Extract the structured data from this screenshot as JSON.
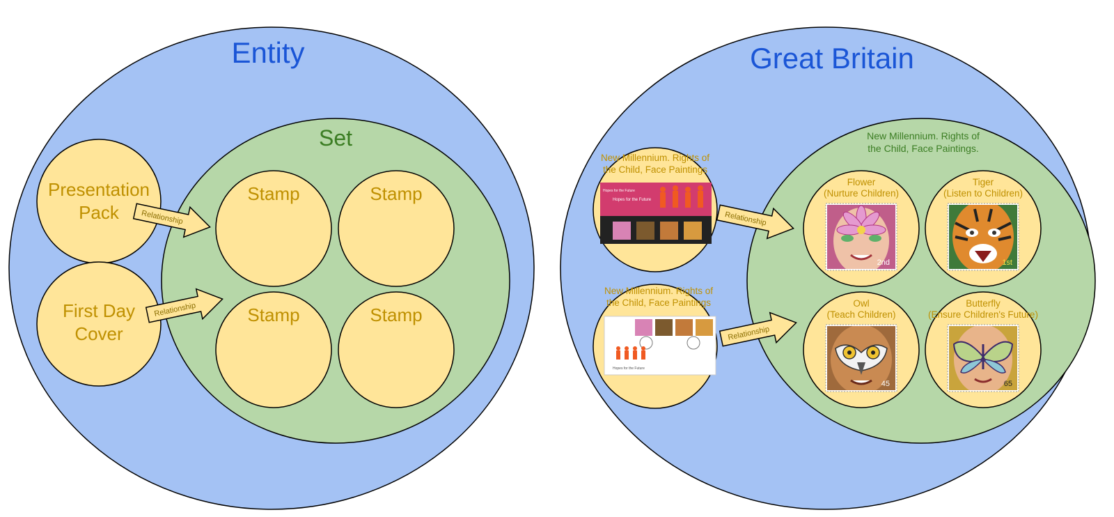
{
  "colors": {
    "outer_fill": "#a4c2f4",
    "set_fill": "#b6d7a8",
    "node_fill": "#ffe599",
    "title_blue": "#1a55d6",
    "title_green": "#3b7d23",
    "label_gold": "#bf9000"
  },
  "left": {
    "title": "Entity",
    "set_title": "Set",
    "pack_line1": "Presentation",
    "pack_line2": "Pack",
    "fdc_line1": "First Day",
    "fdc_line2": "Cover",
    "stamps": [
      "Stamp",
      "Stamp",
      "Stamp",
      "Stamp"
    ],
    "rel1": "Relationship",
    "rel2": "Relationship"
  },
  "right": {
    "title": "Great Britain",
    "set_line1": "New Millennium. Rights of",
    "set_line2": "the Child, Face Paintings.",
    "pack_line1": "New Millennium. Rights of",
    "pack_line2": "the Child, Face Paintings",
    "pack_banner": "Hopes for the Future",
    "fdc_line1": "New Millennium. Rights of",
    "fdc_line2": "the Child, Face Paintings",
    "fdc_caption": "Hopes for the Future",
    "rel1": "Relationship",
    "rel2": "Relationship",
    "stamps": [
      {
        "name": "Flower",
        "sub": "(Nurture Children)",
        "value": "2nd",
        "icon": "flower-face-icon"
      },
      {
        "name": "Tiger",
        "sub": "(Listen to Children)",
        "value": "1st",
        "icon": "tiger-face-icon"
      },
      {
        "name": "Owl",
        "sub": "(Teach Children)",
        "value": "45",
        "icon": "owl-face-icon"
      },
      {
        "name": "Butterfly",
        "sub": "(Ensure Children's Future)",
        "value": "65",
        "icon": "butterfly-face-icon"
      }
    ]
  }
}
